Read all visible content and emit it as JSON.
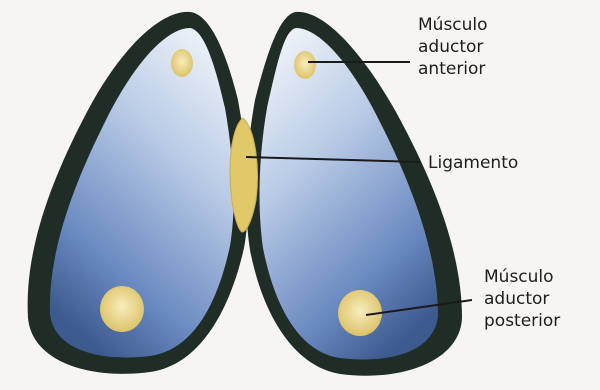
{
  "labels": {
    "anterior_adductor": [
      "Músculo",
      "aductor",
      "anterior"
    ],
    "ligament": "Ligamento",
    "posterior_adductor": [
      "Músculo",
      "aductor",
      "posterior"
    ]
  },
  "colors": {
    "shell_outer": "#1f2d26",
    "shell_inner_light": "#f2f5fa",
    "shell_inner_blue": "#6f8fc4",
    "shell_inner_dark": "#3f5e94",
    "muscle_scar": "#ecd98a",
    "ligament": "#e1c869",
    "leader_line": "#1a1a1a"
  }
}
